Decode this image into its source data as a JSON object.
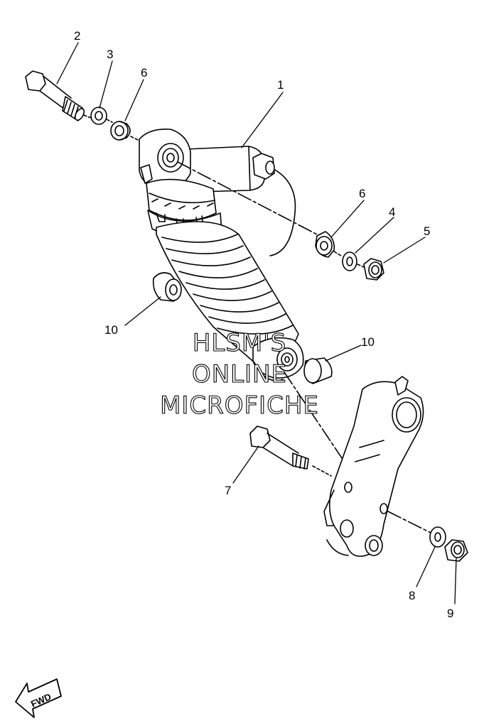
{
  "callouts": {
    "c1": "1",
    "c2": "2",
    "c3": "3",
    "c4": "4",
    "c5": "5",
    "c6a": "6",
    "c6b": "6",
    "c7": "7",
    "c8": "8",
    "c9": "9",
    "c10a": "10",
    "c10b": "10"
  },
  "watermark": {
    "line1": "HLSM'S",
    "line2": "ONLINE",
    "line3": "MICROFICHE"
  },
  "fwd_label": "FWD"
}
